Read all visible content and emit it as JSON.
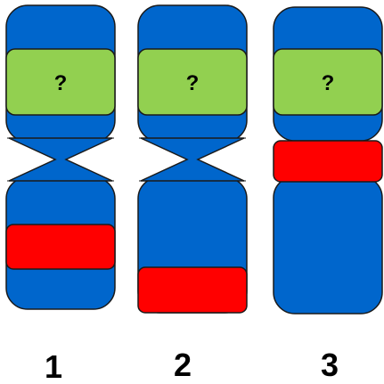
{
  "colors": {
    "chromosome_fill": "#0066cc",
    "outline": "#1a1a1a",
    "unknown_band": "#92d050",
    "marker_band": "#ff0000",
    "text": "#000000"
  },
  "chromosomes": [
    {
      "label": "1",
      "band_label": "?"
    },
    {
      "label": "2",
      "band_label": "?"
    },
    {
      "label": "3",
      "band_label": "?"
    }
  ]
}
